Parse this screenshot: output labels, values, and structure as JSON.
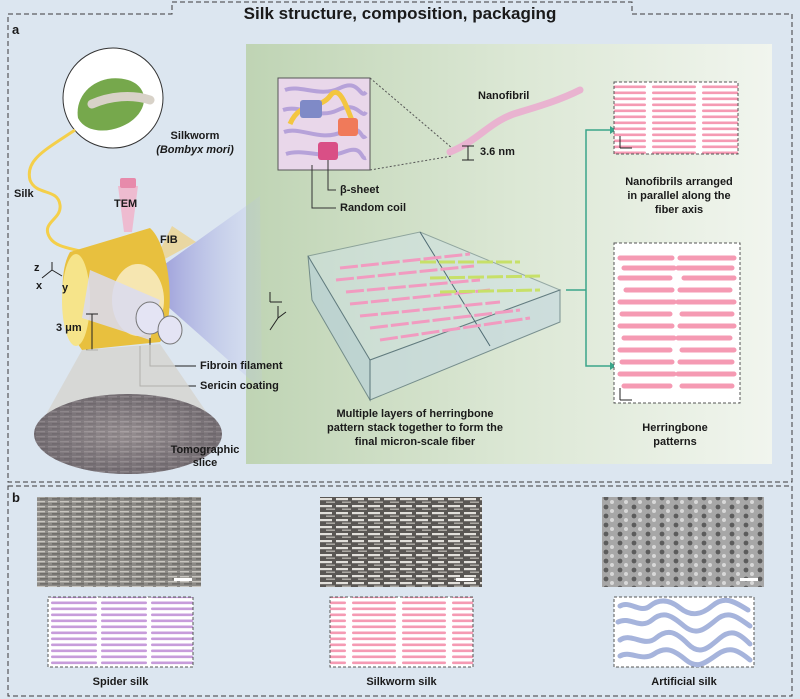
{
  "title": "Silk structure, composition, packaging",
  "panel_a": {
    "label": "a",
    "silkworm": "Silkworm",
    "species": "(Bombyx mori)",
    "silk": "Silk",
    "tem": "TEM",
    "fib": "FIB",
    "axis_z": "z",
    "axis_x": "x",
    "axis_y": "y",
    "scale": "3 μm",
    "fibroin": "Fibroin filament",
    "sericin": "Sericin coating",
    "tomo_1": "Tomographic",
    "tomo_2": "slice",
    "nanofibril": "Nanofibril",
    "nanofibril_size": "3.6 nm",
    "beta_sheet": "β-sheet",
    "random_coil": "Random coil",
    "arranged_1": "Nanofibrils arranged",
    "arranged_2": "in parallel along the",
    "arranged_3": "fiber axis",
    "stack_1": "Multiple layers of herringbone",
    "stack_2": "pattern stack together to form the",
    "stack_3": "final micron-scale fiber",
    "herring_1": "Herringbone",
    "herring_2": "patterns"
  },
  "panel_b": {
    "label": "b",
    "spider": "Spider silk",
    "silkworm": "Silkworm silk",
    "artificial": "Artificial silk"
  },
  "colors": {
    "background": "#dce6f0",
    "green_panel": "#d3e2cc",
    "nanofibril_pink": "#f08cab",
    "spider_purple": "#c49cd8",
    "artificial_blue": "#a6b4dc",
    "teal_arrow": "#3aa58a"
  }
}
